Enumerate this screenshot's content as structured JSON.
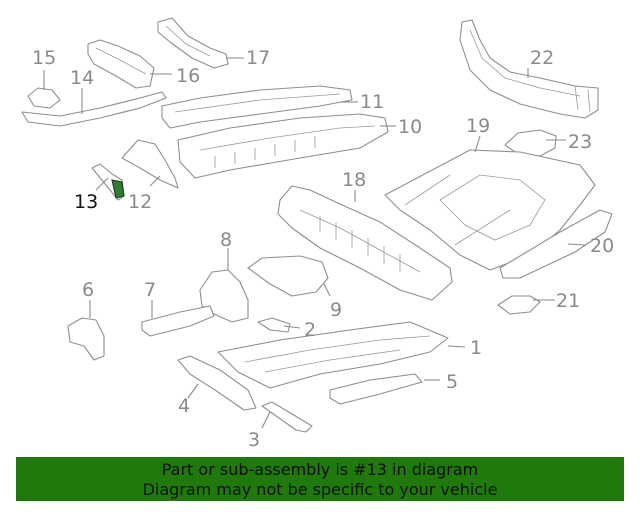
{
  "diagram": {
    "labels": [
      "1",
      "2",
      "3",
      "4",
      "5",
      "6",
      "7",
      "8",
      "9",
      "10",
      "11",
      "12",
      "13",
      "14",
      "15",
      "16",
      "17",
      "18",
      "19",
      "20",
      "21",
      "22",
      "23"
    ],
    "highlight_label": "13",
    "highlight_color": "#2e7d32"
  },
  "banner": {
    "line1": "Part or sub-assembly is #13 in diagram",
    "line2": "Diagram may not be specific to your vehicle",
    "background": "#1f7a0b"
  }
}
